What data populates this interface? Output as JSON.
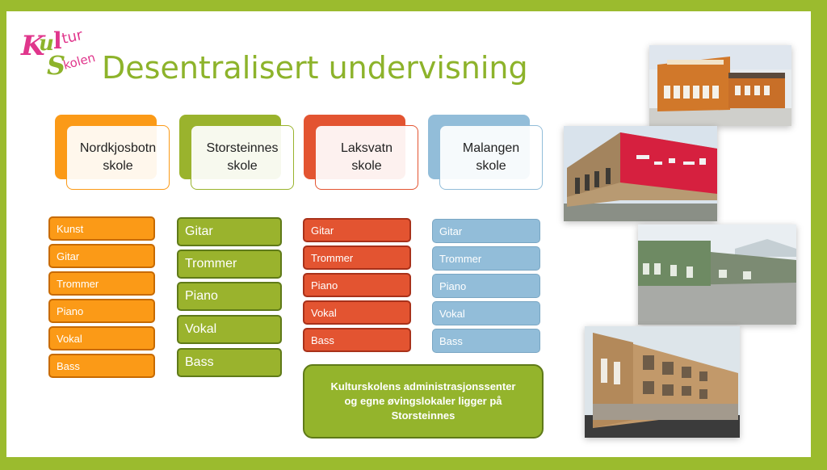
{
  "logo": {
    "line1": "Kul tur",
    "line2": "Skolen"
  },
  "title": "Desentralisert undervisning",
  "colors": {
    "orange": "#fb9a17",
    "green": "#9ab32d",
    "red": "#e35431",
    "blue": "#92bdd9",
    "title": "#8db32b"
  },
  "schools": [
    {
      "name": "Nordkjosbotn\nskole",
      "items": [
        "Kunst",
        "Gitar",
        "Trommer",
        "Piano",
        "Vokal",
        "Bass"
      ]
    },
    {
      "name": "Storsteinnes\nskole",
      "items": [
        "Gitar",
        "Trommer",
        "Piano",
        "Vokal",
        "Bass"
      ]
    },
    {
      "name": "Laksvatn\nskole",
      "items": [
        "Gitar",
        "Trommer",
        "Piano",
        "Vokal",
        "Bass"
      ]
    },
    {
      "name": "Malangen\nskole",
      "items": [
        "Gitar",
        "Trommer",
        "Piano",
        "Vokal",
        "Bass"
      ]
    }
  ],
  "info": "Kulturskolens administrasjonssenter\nog egne øvingslokaler ligger på\nStorsteinnes"
}
